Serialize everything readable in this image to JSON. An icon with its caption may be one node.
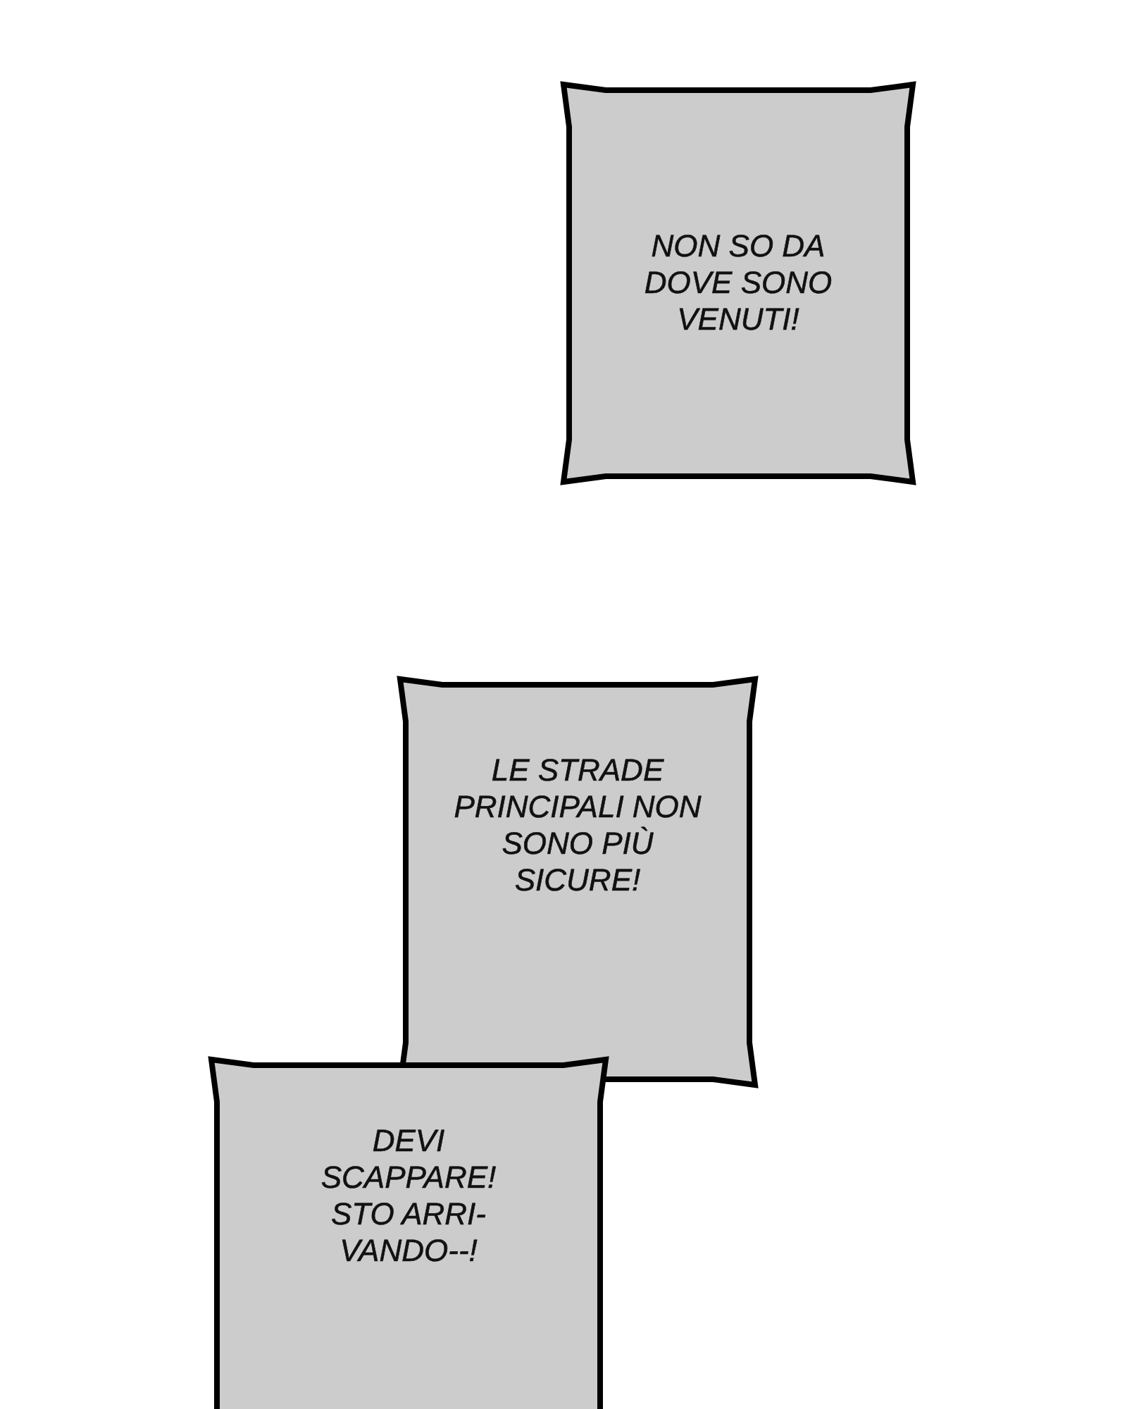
{
  "diagram": {
    "nodes": [
      {
        "text": [
          "NON SO DA DOVE SONO VENUTI!"
        ]
      },
      {
        "text": [
          "LE STRADE PRINCIPALI NON SONO PIÙ SICURE!"
        ]
      },
      {
        "text": [
          "DEVI SCAPPARE! STO ARRI- VANDO--!"
        ]
      }
    ]
  }
}
